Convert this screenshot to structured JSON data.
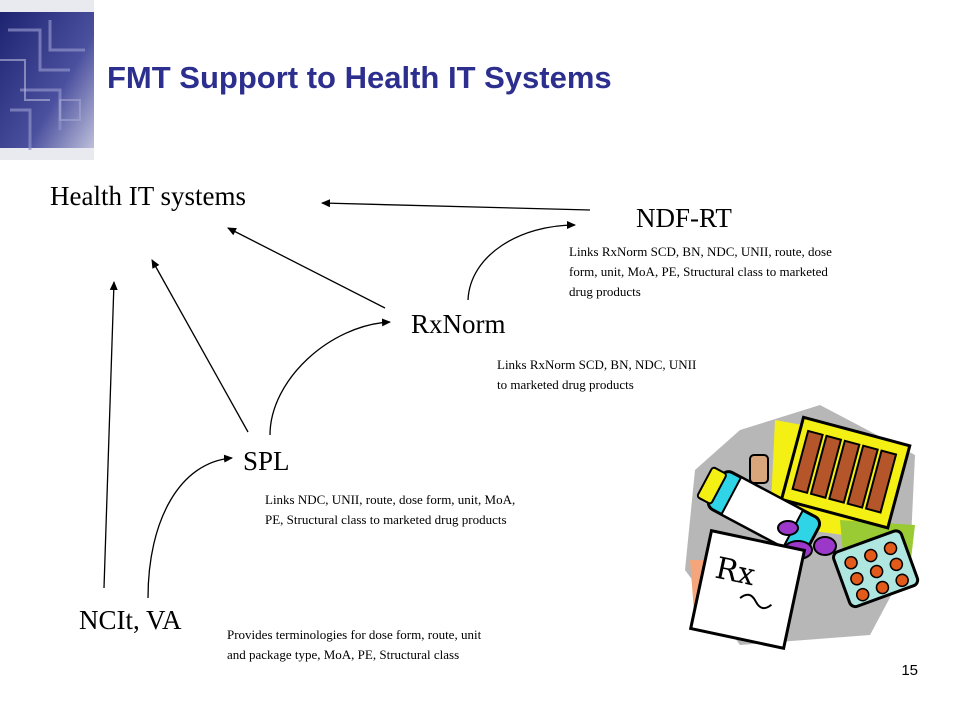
{
  "title": "FMT Support to Health IT Systems",
  "nodes": {
    "health_it": "Health IT systems",
    "ndf_rt": "NDF-RT",
    "rxnorm": "RxNorm",
    "spl": "SPL",
    "ncit_va": "NCIt, VA"
  },
  "notes": {
    "ndf_rt": [
      "Links RxNorm SCD, BN, NDC, UNII, route, dose",
      "form, unit, MoA, PE, Structural class to marketed",
      "drug products"
    ],
    "rxnorm": [
      "Links RxNorm SCD, BN, NDC, UNII",
      "to marketed drug products"
    ],
    "spl": [
      "Links NDC, UNII, route, dose form, unit, MoA,",
      "PE, Structural class to marketed drug products"
    ],
    "ncit_va": [
      "Provides terminologies for dose form, route, unit",
      "and package type, MoA, PE, Structural class"
    ]
  },
  "clipart_text": "Rx",
  "page_number": "15",
  "colors": {
    "title": "#2c2f8e"
  },
  "icons": [
    "corner-decoration-icon",
    "pharmacy-clipart-icon"
  ]
}
